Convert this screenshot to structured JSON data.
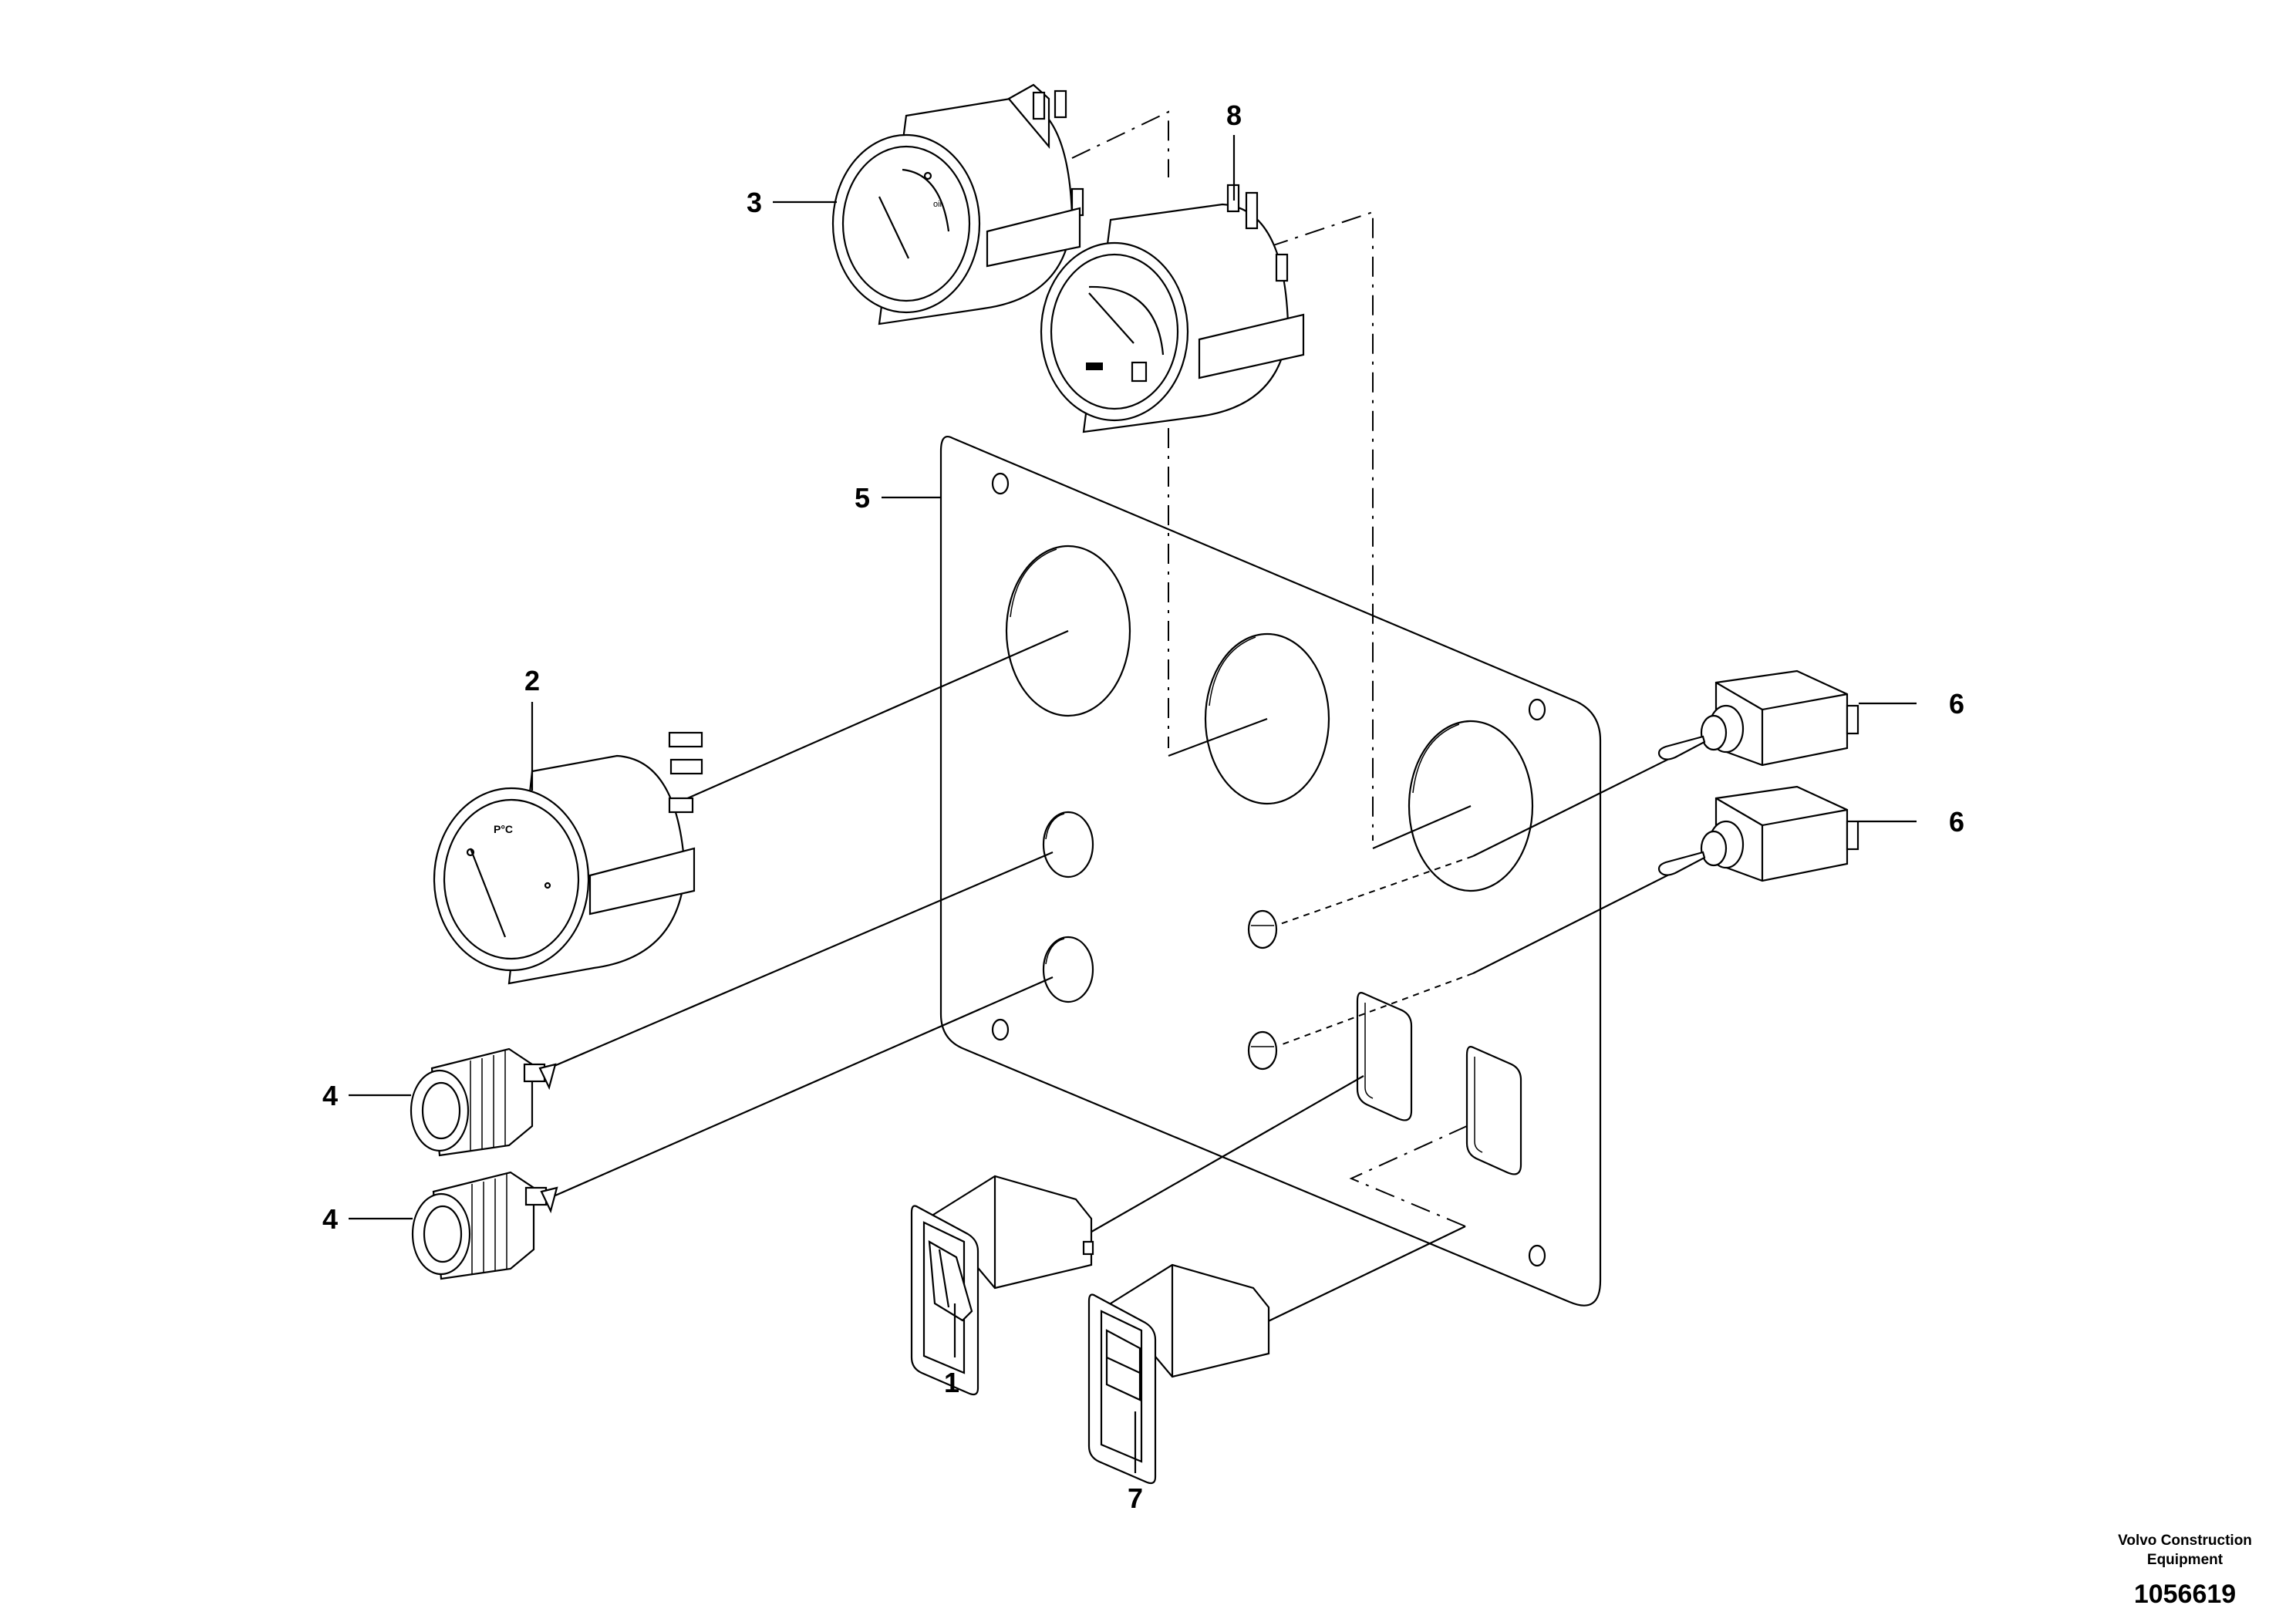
{
  "callouts": {
    "c1": "1",
    "c2": "2",
    "c3": "3",
    "c4a": "4",
    "c4b": "4",
    "c5": "5",
    "c6a": "6",
    "c6b": "6",
    "c7": "7",
    "c8": "8"
  },
  "footer": {
    "brand_line1": "Volvo Construction",
    "brand_line2": "Equipment",
    "doc_number": "1056619"
  }
}
